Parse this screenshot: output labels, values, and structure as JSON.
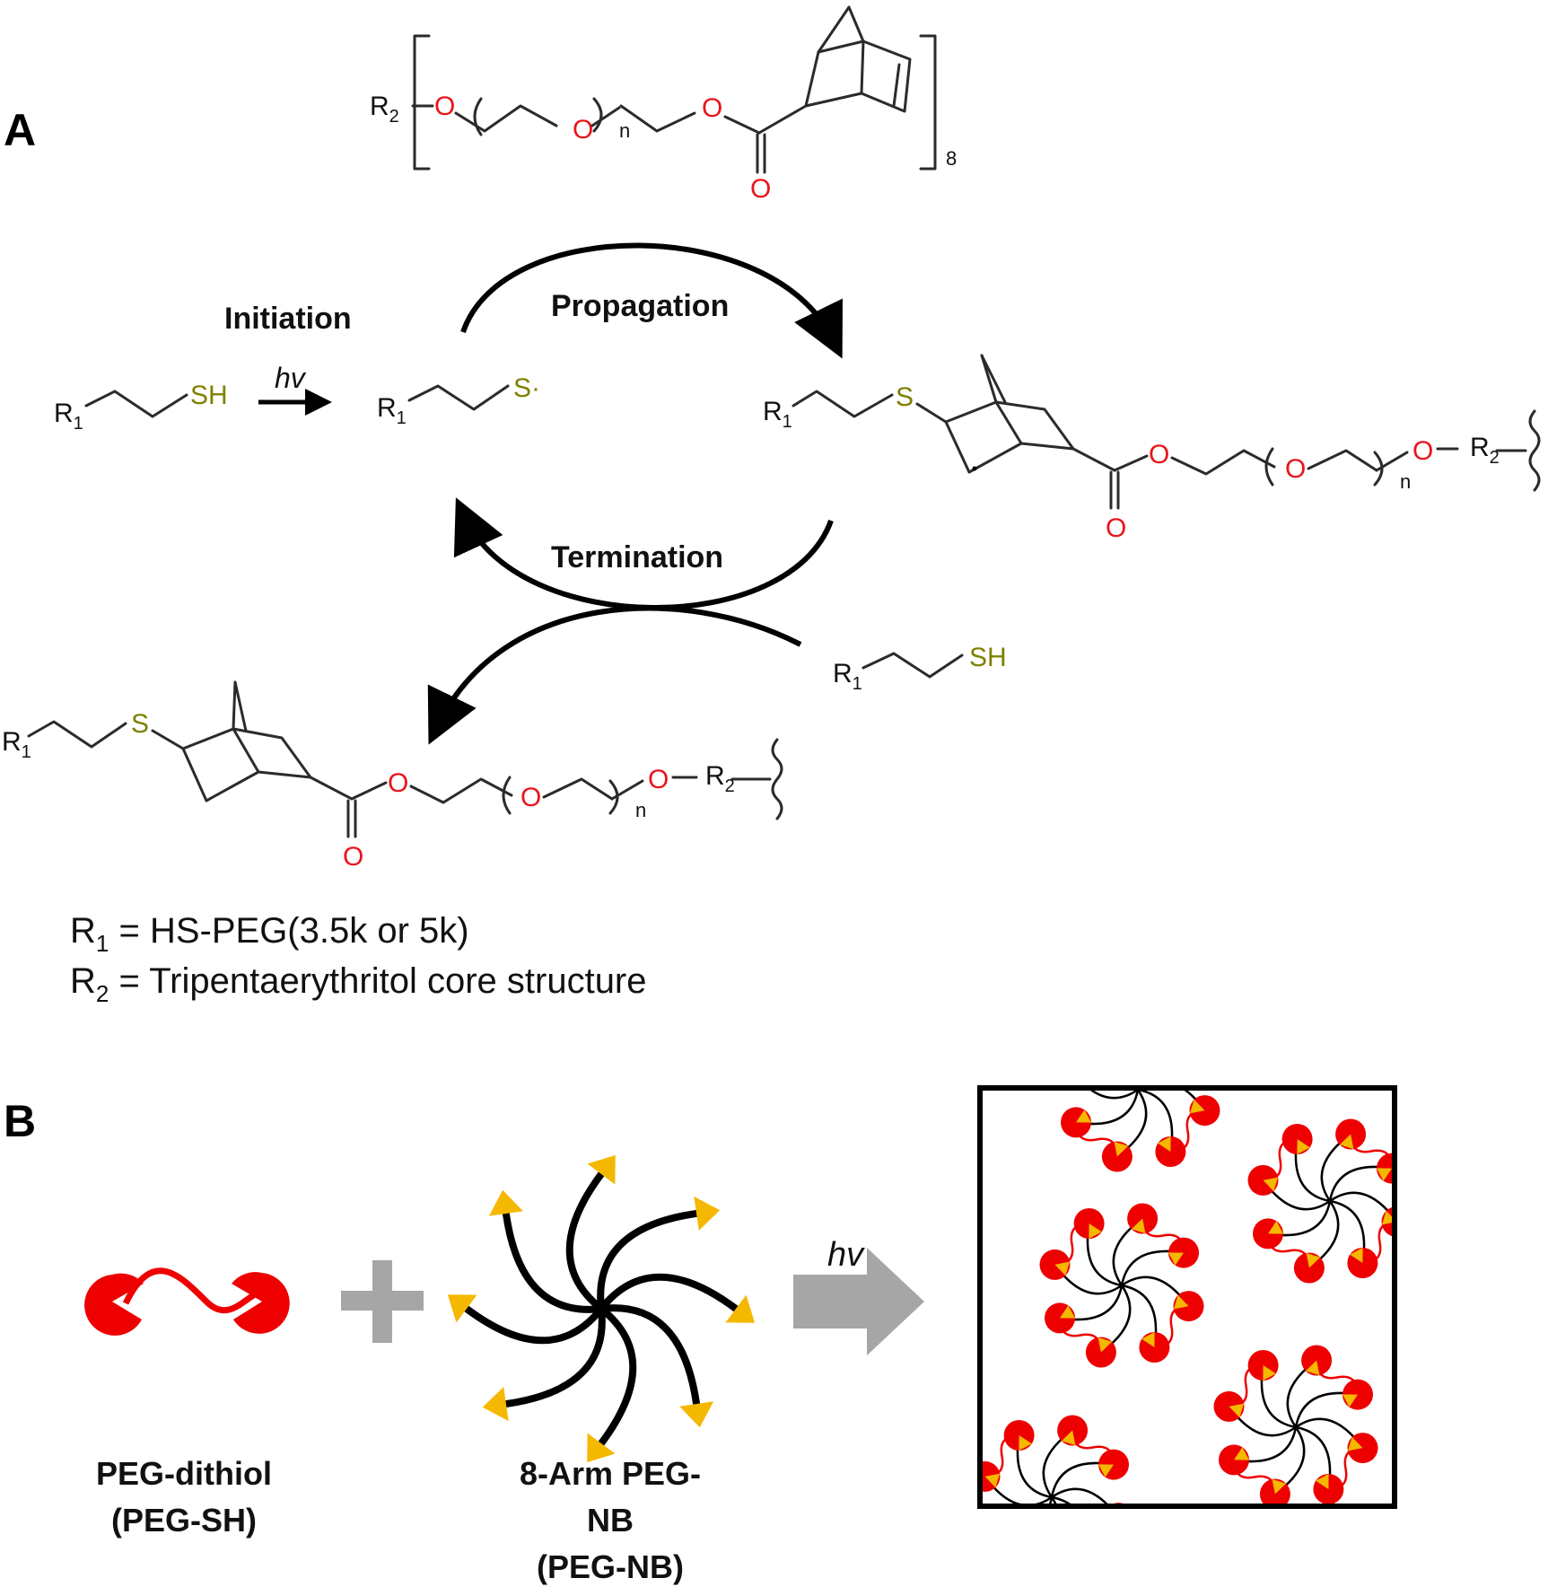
{
  "panels": {
    "a": {
      "letter": "A"
    },
    "b": {
      "letter": "B"
    }
  },
  "monomer": {
    "r2": "R",
    "r2_sub": "2",
    "oxygen": "O",
    "repeat_n": "n",
    "multiplicity": "8"
  },
  "cycle": {
    "initiation": "Initiation",
    "propagation": "Propagation",
    "termination": "Termination",
    "hv": "hv",
    "thiol_group": "SH",
    "thiyl_radical": "S·",
    "sulfur": "S",
    "r1": "R",
    "r1_sub": "1"
  },
  "definitions": {
    "r1_prefix": "R",
    "r1_sub": "1",
    "r1_text": " = HS-PEG(3.5k or 5k)",
    "r2_prefix": "R",
    "r2_sub": "2",
    "r2_text": " = Tripentaerythritol core structure"
  },
  "panel_b": {
    "hv": "hv",
    "peg_sh_line1": "PEG-dithiol",
    "peg_sh_line2": "(PEG-SH)",
    "peg_nb_line1": "8-Arm PEG-",
    "peg_nb_line2": "NB",
    "peg_nb_line3": "(PEG-NB)"
  },
  "colors": {
    "thiol_red": "#ee0000",
    "norbornene_yellow": "#f5b800",
    "plus_gray": "#a6a6a6",
    "oxygen_red": "#e8151b",
    "sulfur_olive": "#808000"
  }
}
